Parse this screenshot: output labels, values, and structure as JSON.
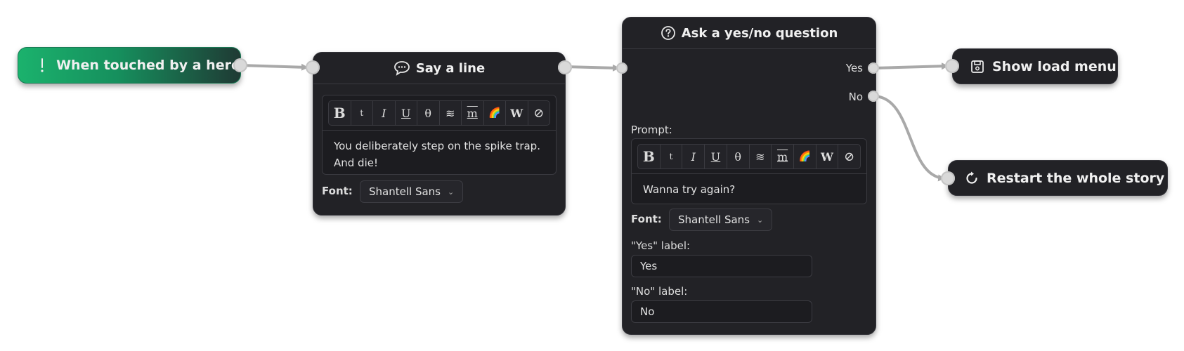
{
  "trigger": {
    "label": "When touched by a hero",
    "icon": "exclamation-icon"
  },
  "say_line": {
    "title": "Say a line",
    "icon": "speech-bubble-icon",
    "toolbar": [
      "B",
      "t",
      "I",
      "U",
      "θ",
      "≋",
      "m",
      "🌈",
      "W",
      "⊘"
    ],
    "text": "You deliberately step on the spike trap. And die!",
    "font_label": "Font:",
    "font_value": "Shantell Sans"
  },
  "question": {
    "title": "Ask a yes/no question",
    "icon": "question-circle-icon",
    "yes_output": "Yes",
    "no_output": "No",
    "prompt_label": "Prompt:",
    "toolbar": [
      "B",
      "t",
      "I",
      "U",
      "θ",
      "≋",
      "m",
      "🌈",
      "W",
      "⊘"
    ],
    "prompt_text": "Wanna try again?",
    "font_label": "Font:",
    "font_value": "Shantell Sans",
    "yes_label_caption": "\"Yes\" label:",
    "yes_label_value": "Yes",
    "no_label_caption": "\"No\" label:",
    "no_label_value": "No"
  },
  "load_menu": {
    "label": "Show load menu",
    "icon": "save-disk-icon"
  },
  "restart": {
    "label": "Restart the whole story",
    "icon": "restart-icon"
  },
  "colors": {
    "node_bg": "#222226",
    "trigger_green": "#1bb26d",
    "wire": "#a9a9a9"
  }
}
